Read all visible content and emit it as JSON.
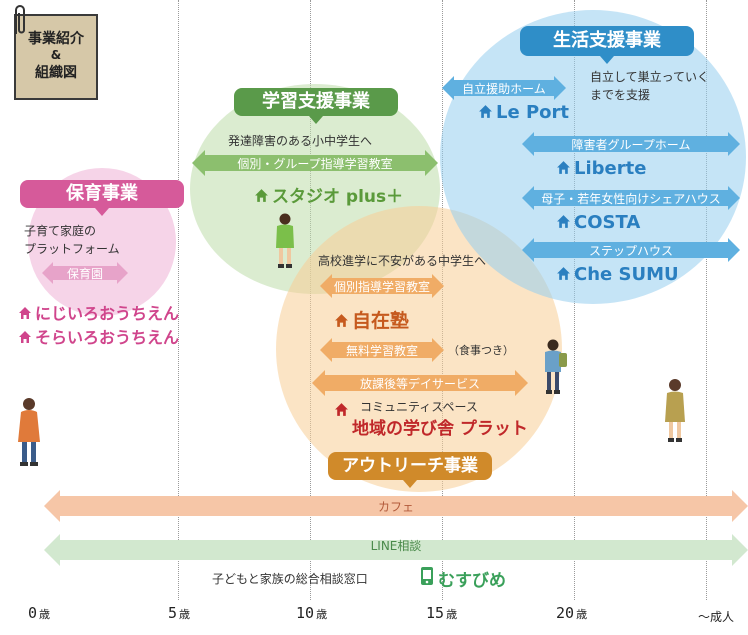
{
  "title_card": {
    "line1": "事業紹介",
    "line2": "&",
    "line3": "組織図"
  },
  "sections": {
    "hoiku": {
      "title": "保育事業",
      "desc1": "子育て家庭の",
      "desc2": "プラットフォーム",
      "color": "#d65a9a"
    },
    "gakushu": {
      "title": "学習支援事業",
      "desc": "発達障害のある小中学生へ",
      "color": "#5a9a4a"
    },
    "seikatsu": {
      "title": "生活支援事業",
      "desc1": "自立して巣立っていく",
      "desc2": "までを支援",
      "color": "#2f8ec8"
    },
    "outreach": {
      "title": "アウトリーチ事業",
      "desc": "高校進学に不安がある中学生へ",
      "color": "#d08a2a"
    }
  },
  "arrows": {
    "hoikuen": "保育園",
    "kobetsu_group": "個別・グループ指導学習教室",
    "jiritsu_home": "自立援助ホーム",
    "group_home": "障害者グループホーム",
    "share_house": "母子・若年女性向けシェアハウス",
    "step_house": "ステップハウス",
    "kobetsu": "個別指導学習教室",
    "muryo": "無料学習教室",
    "muryo_note": "（食事つき）",
    "houkago": "放課後等デイサービス",
    "cafe": "カフェ",
    "line": "LINE相談"
  },
  "facilities": {
    "niji": "にじいろおうちえん",
    "sora": "そらいろおうちえん",
    "studio": "スタジオ plus＋",
    "leport": "Le Port",
    "liberte": "Liberte",
    "costa": "COSTA",
    "chesumu": "Che SUMU",
    "jizai": "自在塾",
    "community_label": "コミュニティスペース",
    "platto": "地域の学び舎 プラット",
    "musubime_label": "子どもと家族の総合相談窓口",
    "musubime": "むすびめ"
  },
  "axis": {
    "ticks": [
      {
        "num": "0",
        "unit": "歳"
      },
      {
        "num": "5",
        "unit": "歳"
      },
      {
        "num": "10",
        "unit": "歳"
      },
      {
        "num": "15",
        "unit": "歳"
      },
      {
        "num": "20",
        "unit": "歳"
      }
    ],
    "end_label": "〜成人"
  },
  "icons": [
    "paperclip-icon",
    "house-icon",
    "phone-icon",
    "person-illustration"
  ]
}
